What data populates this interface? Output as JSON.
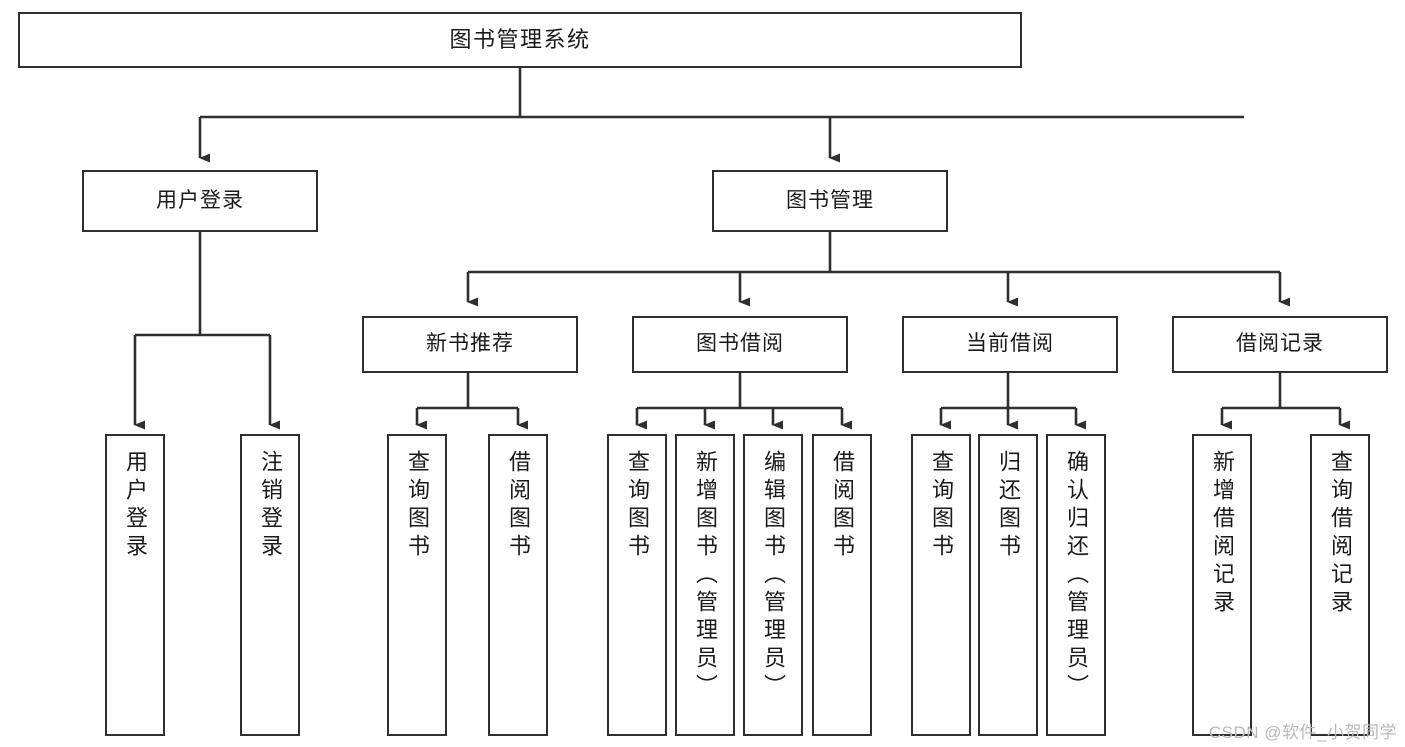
{
  "diagram": {
    "title": "图书管理系统",
    "type": "tree",
    "stroke_color": "#2f2f2f",
    "fill_color": "#ffffff",
    "text_color": "#1a1a1a",
    "watermark": "CSDN @软件_小贺同学"
  },
  "nodes": {
    "root": {
      "label": "图书管理系统"
    },
    "level2": [
      {
        "id": "user-login",
        "label": "用户登录"
      },
      {
        "id": "book-manage",
        "label": "图书管理"
      }
    ],
    "level3": [
      {
        "id": "new-book-recommend",
        "label": "新书推荐"
      },
      {
        "id": "book-borrow",
        "label": "图书借阅"
      },
      {
        "id": "current-borrow",
        "label": "当前借阅"
      },
      {
        "id": "borrow-record",
        "label": "借阅记录"
      }
    ],
    "leaves": {
      "user_login": [
        {
          "id": "leaf-user-login",
          "label": "用户登录"
        },
        {
          "id": "leaf-logout",
          "label": "注销登录"
        }
      ],
      "new_book_recommend": [
        {
          "id": "leaf-query-book-1",
          "label": "查询图书"
        },
        {
          "id": "leaf-borrow-book-1",
          "label": "借阅图书"
        }
      ],
      "book_borrow": [
        {
          "id": "leaf-query-book-2",
          "label": "查询图书"
        },
        {
          "id": "leaf-add-book",
          "label": "新增图书（管理员）"
        },
        {
          "id": "leaf-edit-book",
          "label": "编辑图书（管理员）"
        },
        {
          "id": "leaf-borrow-book-2",
          "label": "借阅图书"
        }
      ],
      "current_borrow": [
        {
          "id": "leaf-query-book-3",
          "label": "查询图书"
        },
        {
          "id": "leaf-return-book",
          "label": "归还图书"
        },
        {
          "id": "leaf-confirm-return",
          "label": "确认归还（管理员）"
        }
      ],
      "borrow_record": [
        {
          "id": "leaf-add-record",
          "label": "新增借阅记录"
        },
        {
          "id": "leaf-query-record",
          "label": "查询借阅记录"
        }
      ]
    }
  }
}
